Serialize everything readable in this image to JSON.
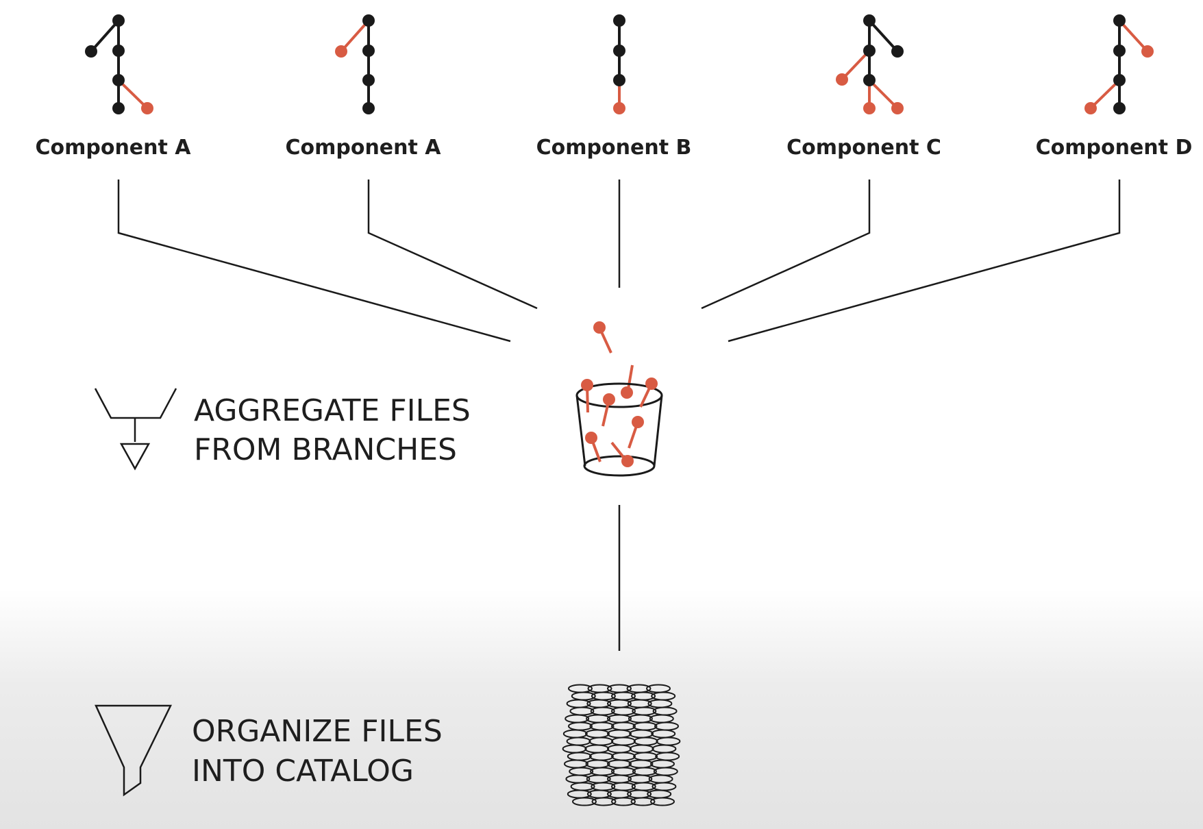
{
  "components": [
    {
      "label": "Component A"
    },
    {
      "label": "Component A"
    },
    {
      "label": "Component B"
    },
    {
      "label": "Component C"
    },
    {
      "label": "Component D"
    }
  ],
  "steps": {
    "aggregate": {
      "line1": "AGGREGATE FILES",
      "line2": "FROM BRANCHES",
      "icon": "merge-funnel-icon"
    },
    "organize": {
      "line1": "ORGANIZE FILES",
      "line2": "INTO CATALOG",
      "icon": "funnel-icon"
    }
  },
  "colors": {
    "ink": "#1a1a1a",
    "accent": "#d85b43"
  },
  "icons": {
    "bucket": "bucket-icon",
    "catalog": "catalog-stack-icon",
    "branch": "git-branch-icon"
  }
}
